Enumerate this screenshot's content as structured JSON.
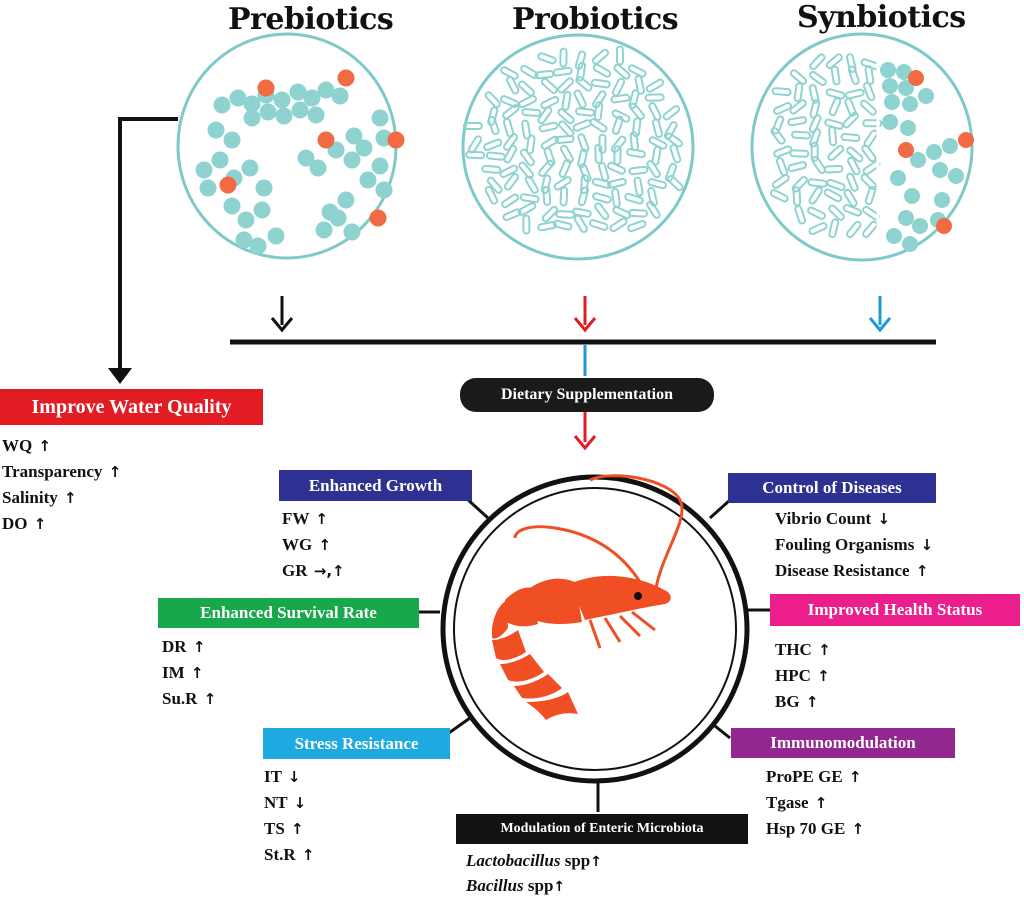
{
  "top": {
    "prebiotics": "Prebiotics",
    "probiotics": "Probiotics",
    "synbiotics": "Synbiotics"
  },
  "water": {
    "title": "Improve Water Quality",
    "items": [
      {
        "label": "WQ",
        "arrow": "↑"
      },
      {
        "label": "Transparency",
        "arrow": "↑"
      },
      {
        "label": "Salinity",
        "arrow": "↑"
      },
      {
        "label": "DO",
        "arrow": "↑"
      }
    ]
  },
  "dietary": "Dietary Supplementation",
  "growth": {
    "title": "Enhanced Growth",
    "items": [
      {
        "label": "FW",
        "arrow": "↑"
      },
      {
        "label": "WG",
        "arrow": "↑"
      },
      {
        "label": "GR",
        "arrow": "→,↑"
      }
    ]
  },
  "survival": {
    "title": "Enhanced Survival Rate",
    "items": [
      {
        "label": "DR",
        "arrow": "↑"
      },
      {
        "label": "IM",
        "arrow": "↑"
      },
      {
        "label": "Su.R",
        "arrow": "↑"
      }
    ]
  },
  "stress": {
    "title": "Stress Resistance",
    "items": [
      {
        "label": "IT",
        "arrow": "↓"
      },
      {
        "label": "NT",
        "arrow": "↓"
      },
      {
        "label": "TS",
        "arrow": "↑"
      },
      {
        "label": "St.R",
        "arrow": "↑"
      }
    ]
  },
  "disease": {
    "title": "Control of Diseases",
    "items": [
      {
        "label": "Vibrio Count",
        "arrow": "↓"
      },
      {
        "label": "Fouling Organisms",
        "arrow": "↓"
      },
      {
        "label": "Disease Resistance",
        "arrow": "↑"
      }
    ]
  },
  "health": {
    "title": "Improved Health Status",
    "items": [
      {
        "label": "THC",
        "arrow": "↑"
      },
      {
        "label": "HPC",
        "arrow": "↑"
      },
      {
        "label": "BG",
        "arrow": "↑"
      }
    ]
  },
  "immuno": {
    "title": "Immunomodulation",
    "items": [
      {
        "label": "ProPE GE",
        "arrow": "↑"
      },
      {
        "label": "Tgase",
        "arrow": "↑"
      },
      {
        "label": "Hsp 70 GE",
        "arrow": "↑"
      }
    ]
  },
  "enteric": {
    "title": "Modulation of Enteric Microbiota",
    "items": [
      {
        "label": "Lactobacillus",
        "suffix": "spp",
        "arrow": "↑"
      },
      {
        "label": "Bacillus",
        "suffix": "spp",
        "arrow": "↑"
      }
    ]
  },
  "colors": {
    "cell_teal": "#8fd3d1",
    "cell_orange": "#f26a43",
    "circle_stroke": "#7ec9c9",
    "red": "#e31b23",
    "navy": "#2e3192",
    "green": "#17a84b",
    "cyan": "#1fa9e1",
    "pink": "#ec1e8c",
    "purple": "#92278f",
    "shrimp": "#f04e23",
    "blue_arrow": "#1c9ad6"
  }
}
